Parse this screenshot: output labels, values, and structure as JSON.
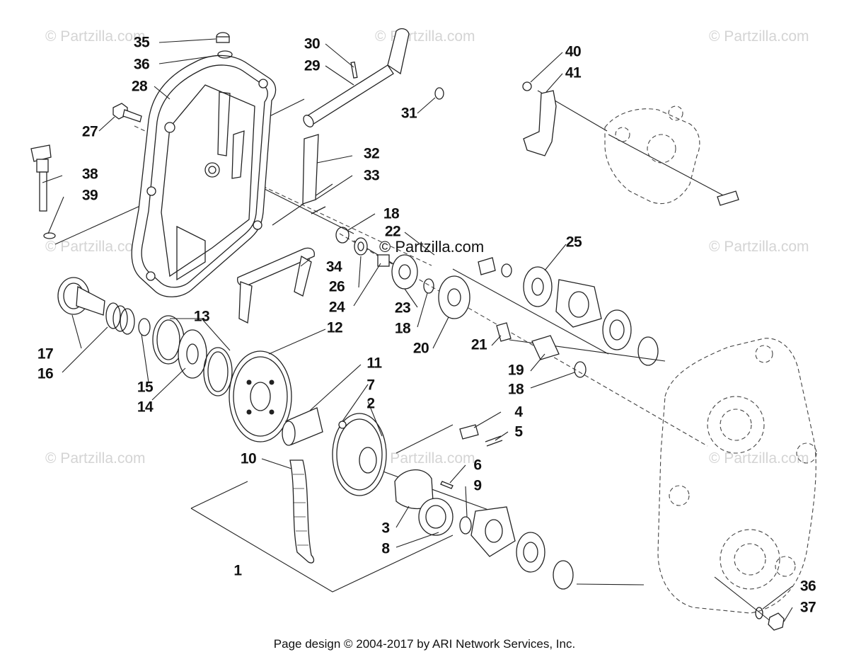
{
  "watermark": "© Partzilla.com",
  "footer": "Page design © 2004-2017 by ARI Network Services, Inc.",
  "callouts": {
    "c1": "1",
    "c2": "2",
    "c3": "3",
    "c4": "4",
    "c5": "5",
    "c6": "6",
    "c7": "7",
    "c8": "8",
    "c9": "9",
    "c10": "10",
    "c11": "11",
    "c12": "12",
    "c13": "13",
    "c14": "14",
    "c15": "15",
    "c16": "16",
    "c17": "17",
    "c18a": "18",
    "c18b": "18",
    "c18c": "18",
    "c19": "19",
    "c20": "20",
    "c21": "21",
    "c22": "22",
    "c23": "23",
    "c24": "24",
    "c25": "25",
    "c26": "26",
    "c27": "27",
    "c28": "28",
    "c29": "29",
    "c30": "30",
    "c31": "31",
    "c32": "32",
    "c33": "33",
    "c34": "34",
    "c35": "35",
    "c36a": "36",
    "c36b": "36",
    "c37": "37",
    "c38": "38",
    "c39": "39",
    "c40": "40",
    "c41": "41"
  }
}
